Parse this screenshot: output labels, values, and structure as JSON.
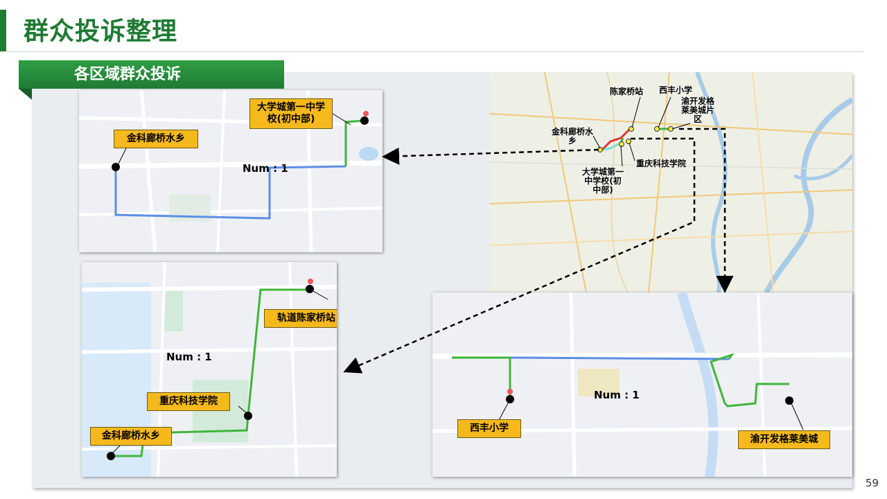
{
  "header": {
    "title": "群众投诉整理"
  },
  "section": {
    "label": "各区域群众投诉"
  },
  "overview_map": {
    "labels": {
      "chenjiaqiao": "陈家桥站",
      "xifeng": "西丰小学",
      "yukai": "渝开发格莱美城片区",
      "jinke": "金科廊桥水乡",
      "daxuecheng": "大学城第一中学校(初中部)",
      "chongke": "重庆科技学院"
    }
  },
  "map_top": {
    "callouts": {
      "school": "大学城第一中学校(初中部)",
      "jinke": "金科廊桥水乡"
    },
    "num_label": "Num : 1"
  },
  "map_bottom_left": {
    "callouts": {
      "station": "轨道陈家桥站",
      "college": "重庆科技学院",
      "jinke": "金科廊桥水乡"
    },
    "num_label": "Num : 1"
  },
  "map_bottom_right": {
    "callouts": {
      "school": "西丰小学",
      "yukai": "渝开发格莱美城"
    },
    "num_label": "Num : 1"
  },
  "footer": {
    "page_number": "59"
  },
  "colors": {
    "brand_green": "#1f7a34",
    "callout": "#f6b91d",
    "route_blue": "#5b8ee6",
    "route_green": "#3fb53a",
    "route_red": "#e53030"
  }
}
